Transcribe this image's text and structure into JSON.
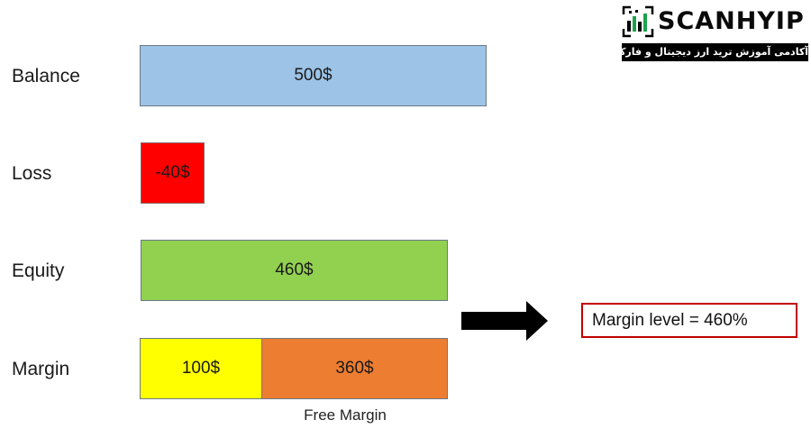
{
  "colors": {
    "balance": "#9dc3e6",
    "loss": "#ff0000",
    "equity": "#92d050",
    "margin": "#ffff00",
    "free_margin": "#ed7d31",
    "level_border": "#c00000",
    "arrow": "#000000",
    "logo_accent": "#1aa34a"
  },
  "rows": {
    "balance": {
      "label": "Balance",
      "value": "500$"
    },
    "loss": {
      "label": "Loss",
      "value": "-40$"
    },
    "equity": {
      "label": "Equity",
      "value": "460$"
    },
    "margin": {
      "label": "Margin",
      "used_value": "100$",
      "free_value": "360$",
      "free_caption": "Free Margin"
    }
  },
  "result": {
    "text": "Margin level = 460%"
  },
  "logo": {
    "wordmark": "SCANHYIP",
    "tagline": "آکادمی آموزش ترید ارز دیجیتال و فارکس",
    "icon": "chart-qr-icon"
  }
}
